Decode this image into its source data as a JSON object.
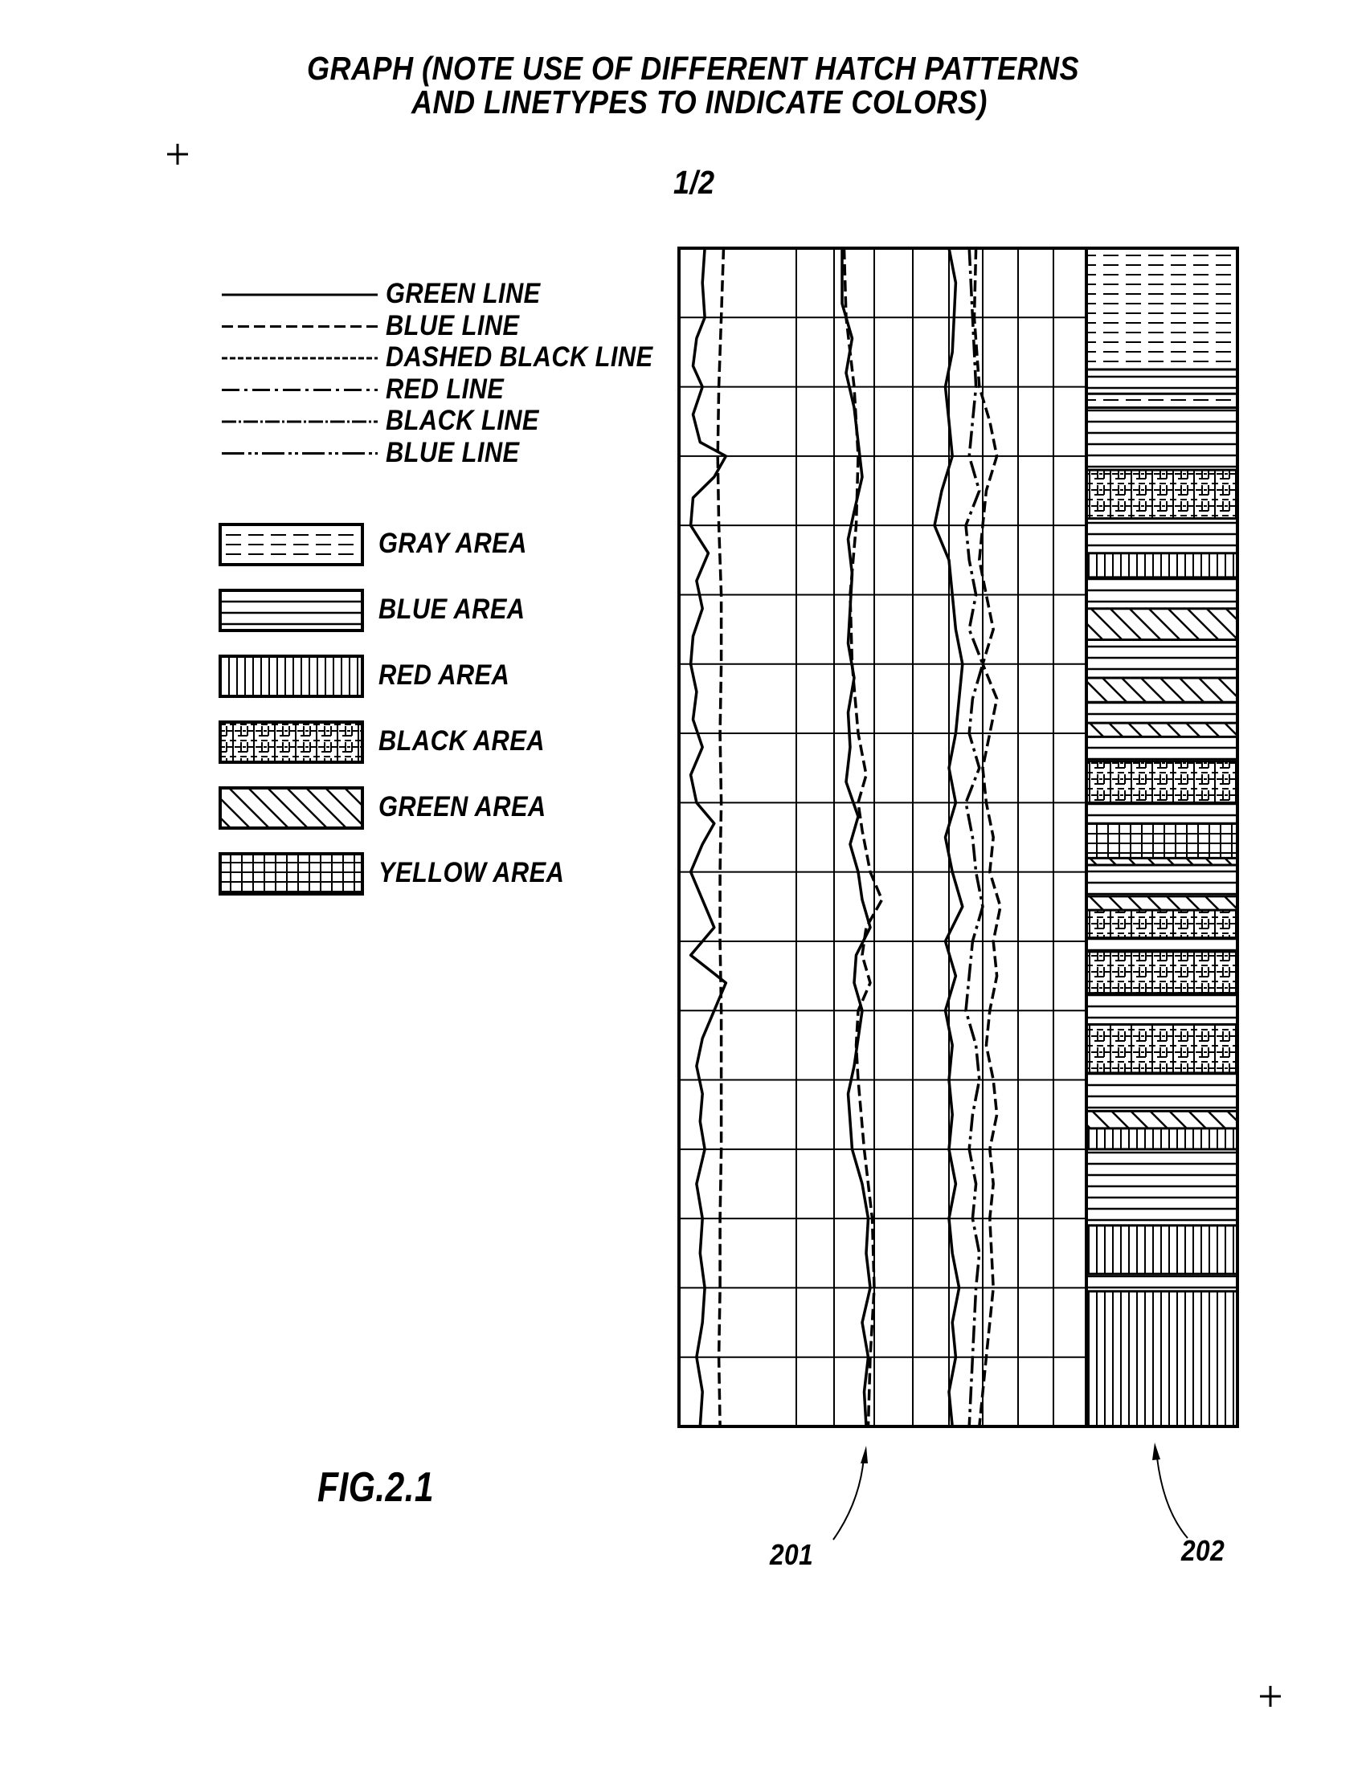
{
  "title_line1": "GRAPH (NOTE USE OF DIFFERENT HATCH PATTERNS",
  "title_line2": "AND LINETYPES TO INDICATE COLORS)",
  "page_number": "1/2",
  "figure_label": "FIG.2.1",
  "reference_numerals": [
    "201",
    "202"
  ],
  "chart_data": {
    "type": "line",
    "title": "GRAPH (NOTE USE OF DIFFERENT HATCH PATTERNS AND LINETYPES TO INDICATE COLORS)",
    "xlabel": "",
    "ylabel": "",
    "grid": true,
    "legend_position": "left",
    "grid_columns": 9,
    "grid_rows": 17,
    "line_legend": [
      {
        "label": "GREEN LINE",
        "linetype": "solid",
        "color": "#2e8b2e"
      },
      {
        "label": "BLUE LINE",
        "linetype": "dashed",
        "color": "#1f4fd1"
      },
      {
        "label": "DASHED BLACK LINE",
        "linetype": "short-dashed",
        "color": "#000000"
      },
      {
        "label": "RED LINE",
        "linetype": "dash-dot",
        "color": "#d11f1f"
      },
      {
        "label": "BLACK LINE",
        "linetype": "dash-dot-dot",
        "color": "#000000"
      },
      {
        "label": "BLUE LINE",
        "linetype": "long-dash-double-dot",
        "color": "#1f4fd1"
      }
    ],
    "area_legend": [
      {
        "label": "GRAY AREA",
        "hatch": "dashed-horizontal",
        "color": "#808080"
      },
      {
        "label": "BLUE AREA",
        "hatch": "horizontal",
        "color": "#1f4fd1"
      },
      {
        "label": "RED AREA",
        "hatch": "vertical",
        "color": "#d11f1f"
      },
      {
        "label": "BLACK AREA",
        "hatch": "brick-cross",
        "color": "#000000"
      },
      {
        "label": "GREEN AREA",
        "hatch": "diagonal",
        "color": "#2e8b2e"
      },
      {
        "label": "YELLOW AREA",
        "hatch": "grid",
        "color": "#e0c000"
      }
    ],
    "track_201": {
      "label": "201",
      "x_range": [
        0,
        9
      ],
      "depth_range": [
        0,
        17
      ],
      "series": [
        {
          "name": "track1-solid",
          "linetype": "solid",
          "depth": [
            0,
            0.5,
            1,
            1.3,
            1.7,
            2,
            2.4,
            2.8,
            3,
            3.3,
            3.6,
            4,
            4.4,
            4.8,
            5.2,
            5.6,
            6,
            6.4,
            6.8,
            7.2,
            7.6,
            8,
            8.3,
            8.6,
            9,
            9.4,
            9.8,
            10.2,
            10.6,
            11,
            11.4,
            11.8,
            12.2,
            12.6,
            13,
            13.5,
            14,
            14.5,
            15,
            15.5,
            16,
            16.5,
            17
          ],
          "x": [
            0.22,
            0.2,
            0.22,
            0.15,
            0.12,
            0.2,
            0.12,
            0.18,
            0.4,
            0.3,
            0.12,
            0.1,
            0.25,
            0.15,
            0.2,
            0.12,
            0.1,
            0.15,
            0.12,
            0.2,
            0.1,
            0.15,
            0.3,
            0.2,
            0.1,
            0.2,
            0.3,
            0.1,
            0.4,
            0.3,
            0.2,
            0.15,
            0.2,
            0.18,
            0.22,
            0.15,
            0.2,
            0.18,
            0.22,
            0.2,
            0.15,
            0.2,
            0.18
          ]
        },
        {
          "name": "track1-dashed",
          "linetype": "dashed",
          "depth": [
            0,
            1,
            2,
            3,
            4,
            5,
            6,
            7,
            8,
            9,
            10,
            11,
            12,
            13,
            14,
            15,
            16,
            17
          ],
          "x": [
            0.38,
            0.36,
            0.34,
            0.33,
            0.34,
            0.36,
            0.36,
            0.35,
            0.36,
            0.35,
            0.35,
            0.36,
            0.36,
            0.36,
            0.35,
            0.35,
            0.34,
            0.35
          ]
        },
        {
          "name": "track2-solid",
          "linetype": "solid",
          "depth": [
            0,
            0.8,
            1.3,
            1.8,
            2.3,
            2.8,
            3.3,
            3.8,
            4.2,
            4.7,
            5.2,
            5.7,
            6.2,
            6.7,
            7.2,
            7.7,
            8.2,
            8.6,
            9,
            9.4,
            9.8,
            10.2,
            10.6,
            11,
            11.4,
            11.8,
            12.2,
            12.6,
            13,
            13.5,
            14,
            14.5,
            15,
            15.5,
            16,
            16.5,
            17
          ],
          "x": [
            2.2,
            2.2,
            2.45,
            2.3,
            2.5,
            2.6,
            2.7,
            2.5,
            2.35,
            2.45,
            2.4,
            2.35,
            2.5,
            2.35,
            2.4,
            2.3,
            2.6,
            2.4,
            2.6,
            2.7,
            2.9,
            2.55,
            2.5,
            2.7,
            2.6,
            2.5,
            2.35,
            2.4,
            2.45,
            2.7,
            2.85,
            2.8,
            2.9,
            2.7,
            2.85,
            2.75,
            2.8
          ]
        },
        {
          "name": "track2-dashed",
          "linetype": "dashed",
          "depth": [
            0,
            1,
            2,
            3,
            4,
            5,
            6,
            7,
            7.6,
            8,
            8.4,
            9,
            9.4,
            9.8,
            10.2,
            10.6,
            11,
            11.5,
            12,
            13,
            14,
            15,
            16,
            17
          ],
          "x": [
            2.25,
            2.3,
            2.5,
            2.6,
            2.55,
            2.4,
            2.45,
            2.6,
            2.8,
            2.6,
            2.7,
            2.9,
            3.2,
            2.8,
            2.7,
            2.9,
            2.6,
            2.55,
            2.6,
            2.75,
            2.95,
            3.0,
            2.9,
            2.85
          ]
        },
        {
          "name": "track3-solid",
          "linetype": "solid",
          "depth": [
            0,
            0.5,
            1,
            1.5,
            2,
            2.5,
            3,
            3.5,
            4,
            4.5,
            5,
            5.5,
            6,
            6.5,
            7,
            7.5,
            8,
            8.5,
            9,
            9.5,
            10,
            10.5,
            11,
            11.5,
            12,
            12.5,
            13,
            13.5,
            14,
            14.5,
            15,
            15.5,
            16,
            16.5,
            17
          ],
          "x": [
            5.0,
            5.2,
            5.15,
            5.1,
            4.9,
            5.0,
            5.1,
            4.8,
            4.6,
            5.0,
            5.1,
            5.2,
            5.4,
            5.3,
            5.2,
            5.0,
            5.2,
            4.9,
            5.1,
            5.4,
            4.9,
            5.2,
            4.9,
            5.1,
            5.0,
            5.1,
            5.0,
            5.2,
            5.0,
            5.1,
            5.3,
            5.1,
            5.2,
            5.0,
            5.1
          ]
        },
        {
          "name": "track3-dashdot",
          "linetype": "dash-dot",
          "depth": [
            0,
            1,
            2,
            3,
            3.5,
            4,
            4.5,
            5,
            5.5,
            6,
            6.5,
            7,
            7.5,
            8,
            8.5,
            9,
            9.5,
            10,
            10.5,
            11,
            11.5,
            12,
            12.5,
            13,
            13.5,
            14,
            14.5,
            15,
            16,
            17
          ],
          "x": [
            5.6,
            5.7,
            5.8,
            5.6,
            5.9,
            5.5,
            5.6,
            5.8,
            5.6,
            6.0,
            5.7,
            5.6,
            5.9,
            5.5,
            5.7,
            5.8,
            6.0,
            5.7,
            5.6,
            5.5,
            5.8,
            5.9,
            5.7,
            5.6,
            5.8,
            5.7,
            5.9,
            5.8,
            5.7,
            5.6
          ]
        },
        {
          "name": "track3-dashed",
          "linetype": "dashed",
          "depth": [
            0,
            1,
            2,
            2.5,
            3,
            3.5,
            4,
            4.5,
            5,
            5.5,
            6,
            6.5,
            7,
            7.5,
            8,
            8.5,
            9,
            9.5,
            10,
            10.5,
            11,
            11.5,
            12,
            12.5,
            13,
            13.5,
            14,
            15,
            16,
            17
          ],
          "x": [
            5.8,
            5.75,
            5.9,
            6.2,
            6.4,
            6.1,
            6.0,
            5.9,
            6.1,
            6.3,
            6.0,
            6.4,
            6.2,
            6.0,
            6.1,
            6.3,
            6.2,
            6.5,
            6.3,
            6.4,
            6.2,
            6.1,
            6.3,
            6.4,
            6.2,
            6.3,
            6.2,
            6.3,
            6.1,
            5.9
          ]
        }
      ]
    },
    "track_202": {
      "label": "202",
      "depth_range": [
        0,
        17
      ],
      "bands": [
        {
          "top": 0.0,
          "bottom": 1.75,
          "area": "GRAY AREA"
        },
        {
          "top": 1.75,
          "bottom": 2.1,
          "area": "BLUE AREA"
        },
        {
          "top": 2.1,
          "bottom": 2.3,
          "area": "GRAY AREA"
        },
        {
          "top": 2.3,
          "bottom": 3.2,
          "area": "BLUE AREA"
        },
        {
          "top": 3.2,
          "bottom": 3.9,
          "area": "BLACK AREA"
        },
        {
          "top": 3.9,
          "bottom": 4.4,
          "area": "BLUE AREA"
        },
        {
          "top": 4.4,
          "bottom": 4.75,
          "area": "RED AREA"
        },
        {
          "top": 4.75,
          "bottom": 5.2,
          "area": "BLUE AREA"
        },
        {
          "top": 5.2,
          "bottom": 5.65,
          "area": "GREEN AREA"
        },
        {
          "top": 5.65,
          "bottom": 6.2,
          "area": "BLUE AREA"
        },
        {
          "top": 6.2,
          "bottom": 6.55,
          "area": "GREEN AREA"
        },
        {
          "top": 6.55,
          "bottom": 6.85,
          "area": "BLUE AREA"
        },
        {
          "top": 6.85,
          "bottom": 7.05,
          "area": "GREEN AREA"
        },
        {
          "top": 7.05,
          "bottom": 7.4,
          "area": "BLUE AREA"
        },
        {
          "top": 7.4,
          "bottom": 8.0,
          "area": "BLACK AREA"
        },
        {
          "top": 8.0,
          "bottom": 8.3,
          "area": "BLUE AREA"
        },
        {
          "top": 8.3,
          "bottom": 8.8,
          "area": "YELLOW AREA"
        },
        {
          "top": 8.8,
          "bottom": 8.9,
          "area": "GREEN AREA"
        },
        {
          "top": 8.9,
          "bottom": 9.35,
          "area": "BLUE AREA"
        },
        {
          "top": 9.35,
          "bottom": 9.55,
          "area": "GREEN AREA"
        },
        {
          "top": 9.55,
          "bottom": 9.95,
          "area": "BLACK AREA"
        },
        {
          "top": 9.95,
          "bottom": 10.15,
          "area": "BLUE AREA"
        },
        {
          "top": 10.15,
          "bottom": 10.75,
          "area": "BLACK AREA"
        },
        {
          "top": 10.75,
          "bottom": 11.2,
          "area": "BLUE AREA"
        },
        {
          "top": 11.2,
          "bottom": 11.9,
          "area": "BLACK AREA"
        },
        {
          "top": 11.9,
          "bottom": 12.45,
          "area": "BLUE AREA"
        },
        {
          "top": 12.45,
          "bottom": 12.7,
          "area": "GREEN AREA"
        },
        {
          "top": 12.7,
          "bottom": 13.0,
          "area": "RED AREA"
        },
        {
          "top": 13.0,
          "bottom": 14.1,
          "area": "BLUE AREA"
        },
        {
          "top": 14.1,
          "bottom": 14.8,
          "area": "RED AREA"
        },
        {
          "top": 14.8,
          "bottom": 15.05,
          "area": "BLUE AREA"
        },
        {
          "top": 15.05,
          "bottom": 17.0,
          "area": "RED AREA"
        }
      ]
    }
  }
}
